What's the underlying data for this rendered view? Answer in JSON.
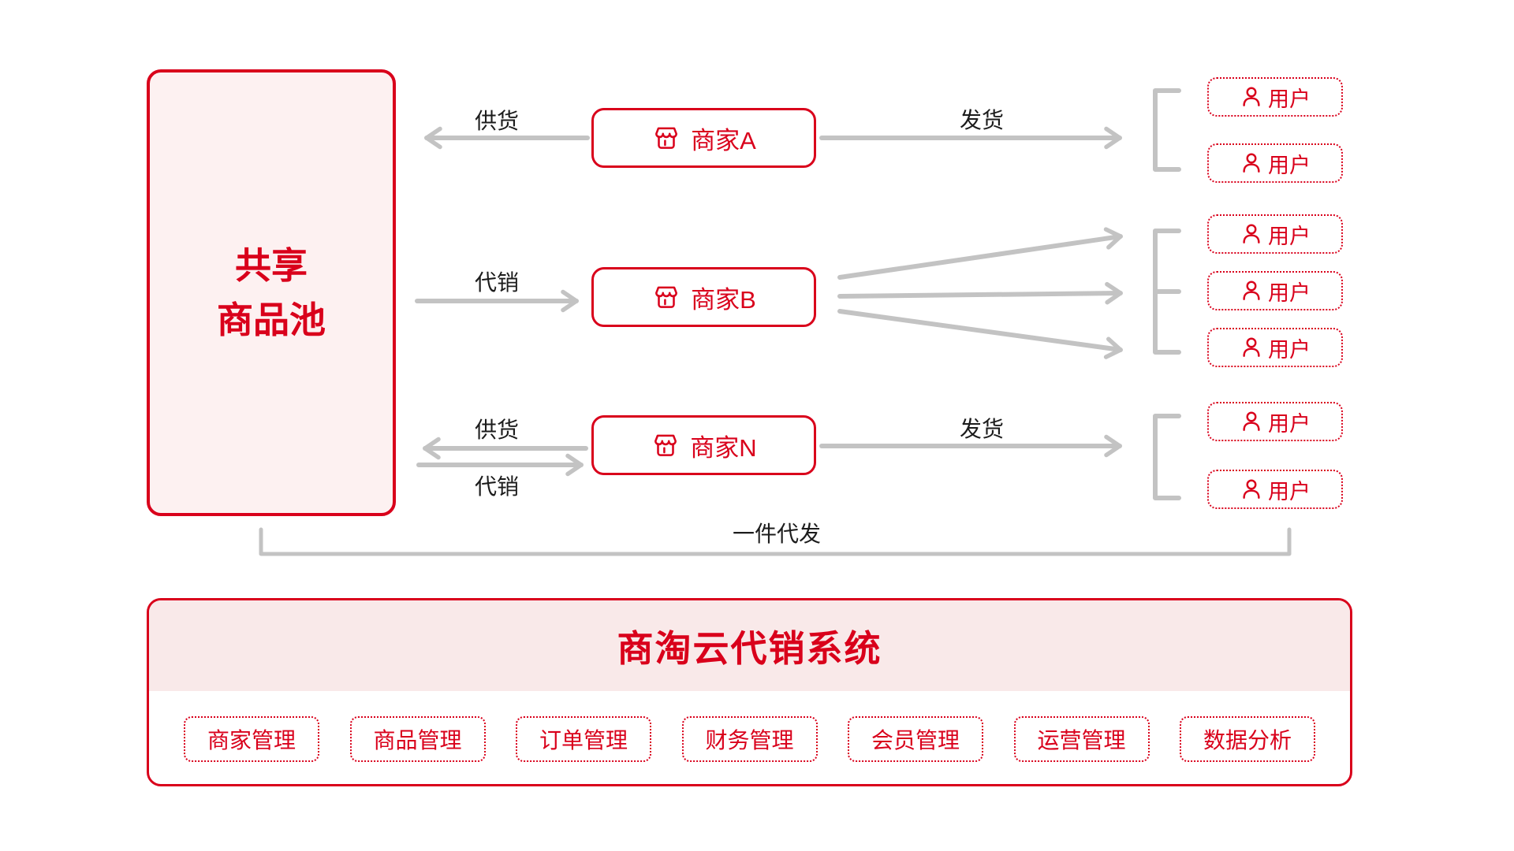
{
  "colors": {
    "red": "#d9001b",
    "pool_background": "#fdf1f1",
    "title_band_background": "#f9e9e9",
    "arrow_gray": "#c3c3c3",
    "label_text": "#1c1c1c"
  },
  "icons": {
    "merchant": "storefront-icon",
    "user": "person-icon"
  },
  "pool": {
    "line1": "共享",
    "line2": "商品池"
  },
  "merchants": [
    {
      "label": "商家A"
    },
    {
      "label": "商家B"
    },
    {
      "label": "商家N"
    }
  ],
  "user_label": "用户",
  "flows": {
    "row1": {
      "left_label": "供货",
      "right_label": "发货"
    },
    "row2": {
      "left_label": "代销"
    },
    "row3": {
      "supply_label": "供货",
      "consign_label": "代销",
      "right_label": "发货"
    },
    "bottom_label": "一件代发"
  },
  "system": {
    "title": "商淘云代销系统",
    "modules": [
      "商家管理",
      "商品管理",
      "订单管理",
      "财务管理",
      "会员管理",
      "运营管理",
      "数据分析"
    ]
  }
}
